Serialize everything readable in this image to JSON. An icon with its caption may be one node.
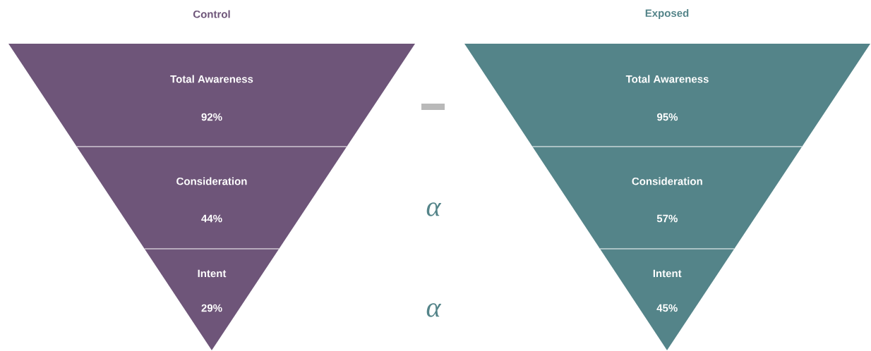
{
  "diagram": {
    "nodes": [
      {
        "text": [
          "Total Awareness",
          "92%"
        ]
      },
      {
        "text": [
          "Consideration",
          "44%"
        ]
      },
      {
        "text": [
          "Intent",
          "29%"
        ]
      },
      {
        "text": [
          "Total Awareness",
          "95%"
        ]
      },
      {
        "text": [
          "Consideration",
          "57%"
        ]
      },
      {
        "text": [
          "Intent",
          "45%"
        ]
      }
    ],
    "labels": [
      "Control",
      "Exposed",
      "α",
      "α"
    ]
  }
}
